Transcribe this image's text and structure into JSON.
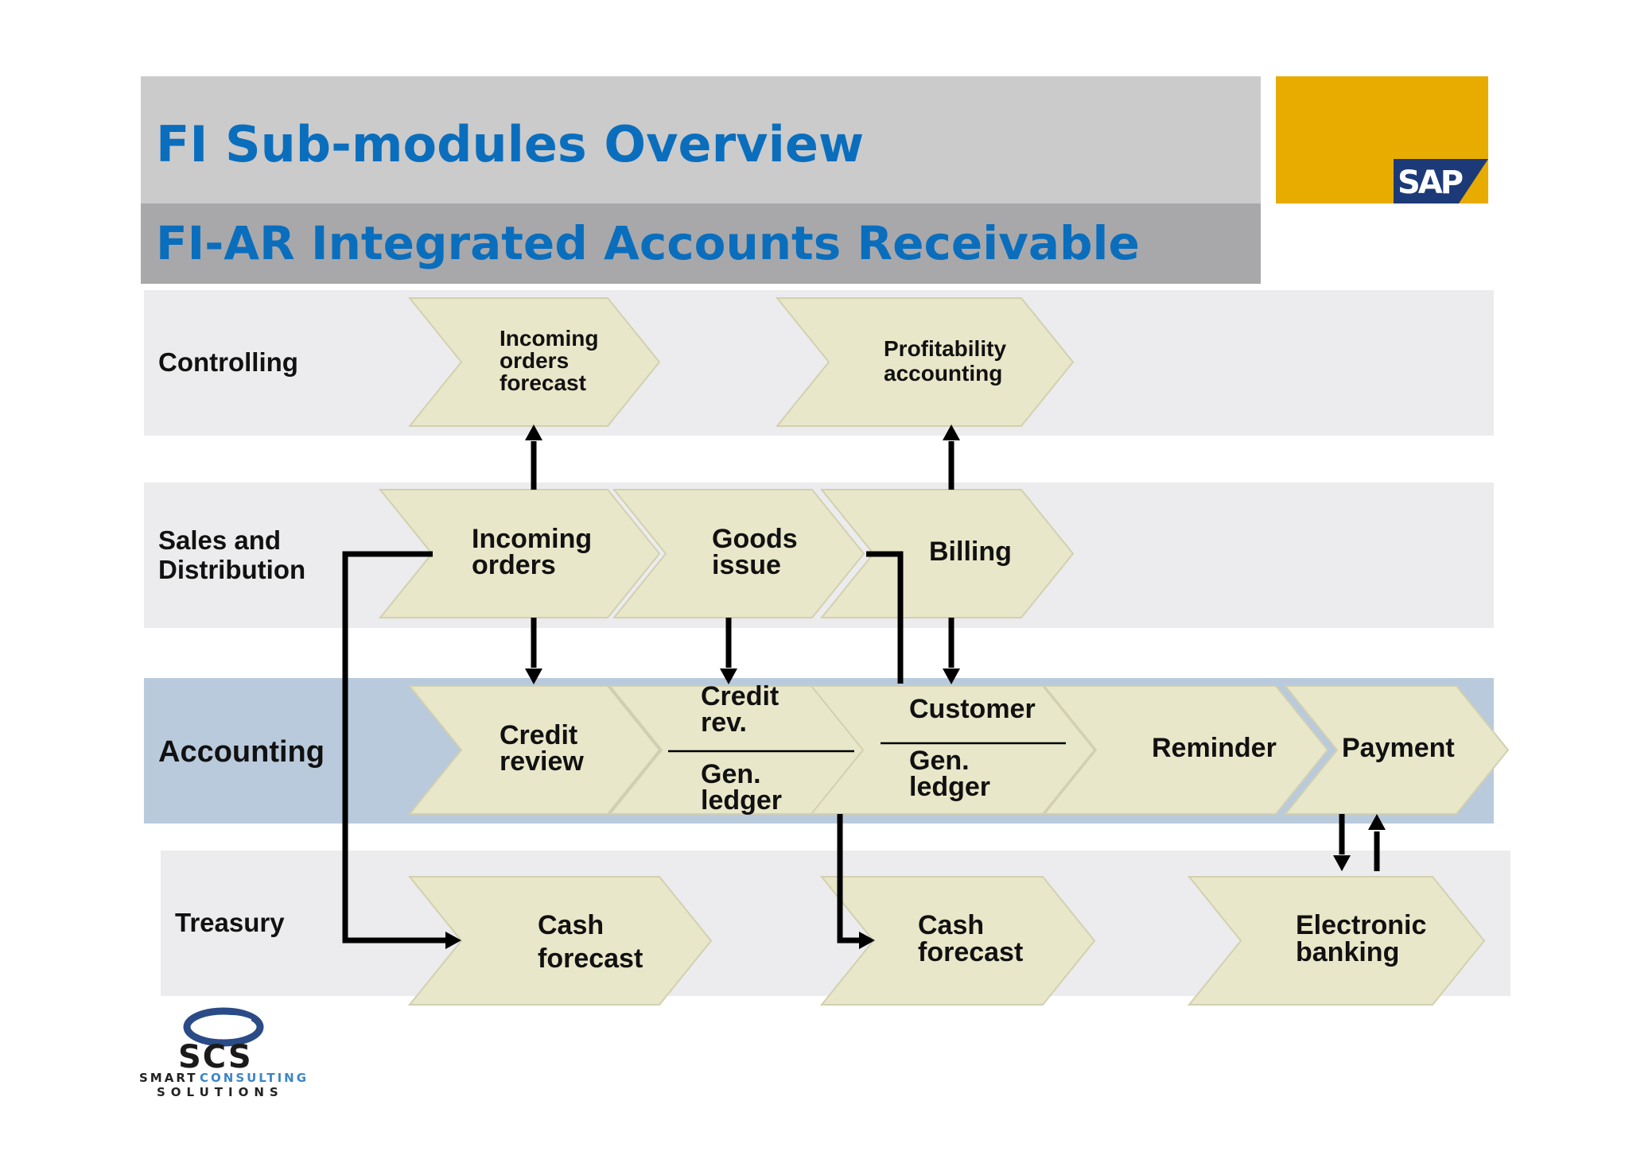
{
  "header": {
    "title": "FI Sub-modules Overview",
    "subtitle": "FI-AR Integrated Accounts Receivable"
  },
  "sap_logo": {
    "text": "SAP"
  },
  "lanes": {
    "controlling": "Controlling",
    "sales_line1": "Sales and",
    "sales_line2": "Distribution",
    "accounting": "Accounting",
    "treasury": "Treasury"
  },
  "steps": {
    "incoming_orders_forecast": [
      "Incoming",
      "orders",
      "forecast"
    ],
    "profitability_accounting": [
      "Profitability",
      "accounting"
    ],
    "incoming_orders": [
      "Incoming",
      "orders"
    ],
    "goods_issue": [
      "Goods",
      "issue"
    ],
    "billing": [
      "Billing"
    ],
    "credit_review": [
      "Credit",
      "review"
    ],
    "credit_rev_top": [
      "Credit",
      "rev."
    ],
    "credit_rev_bottom": [
      "Gen.",
      "ledger"
    ],
    "customer_top": [
      "Customer"
    ],
    "customer_bottom": [
      "Gen.",
      "ledger"
    ],
    "reminder": [
      "Reminder"
    ],
    "payment": [
      "Payment"
    ],
    "cash_forecast_1": [
      "Cash",
      "forecast"
    ],
    "cash_forecast_2": [
      "Cash",
      "forecast"
    ],
    "electronic_banking": [
      "Electronic",
      "banking"
    ]
  },
  "footer_logo": {
    "mark": "SCS",
    "line1_a": "SMART",
    "line1_b": "CONSULTING",
    "line2": "SOLUTIONS"
  },
  "colors": {
    "title_blue": "#0a6ebd",
    "header_band": "#cbcbcb",
    "subheader_band": "#a8a8aa",
    "sap_gold": "#e8ac00",
    "sap_blue": "#1d3a78",
    "lane_bg": "#ececee",
    "accounting_lane_bg": "#b9cadc",
    "chevron_fill": "#e9e7c9"
  }
}
